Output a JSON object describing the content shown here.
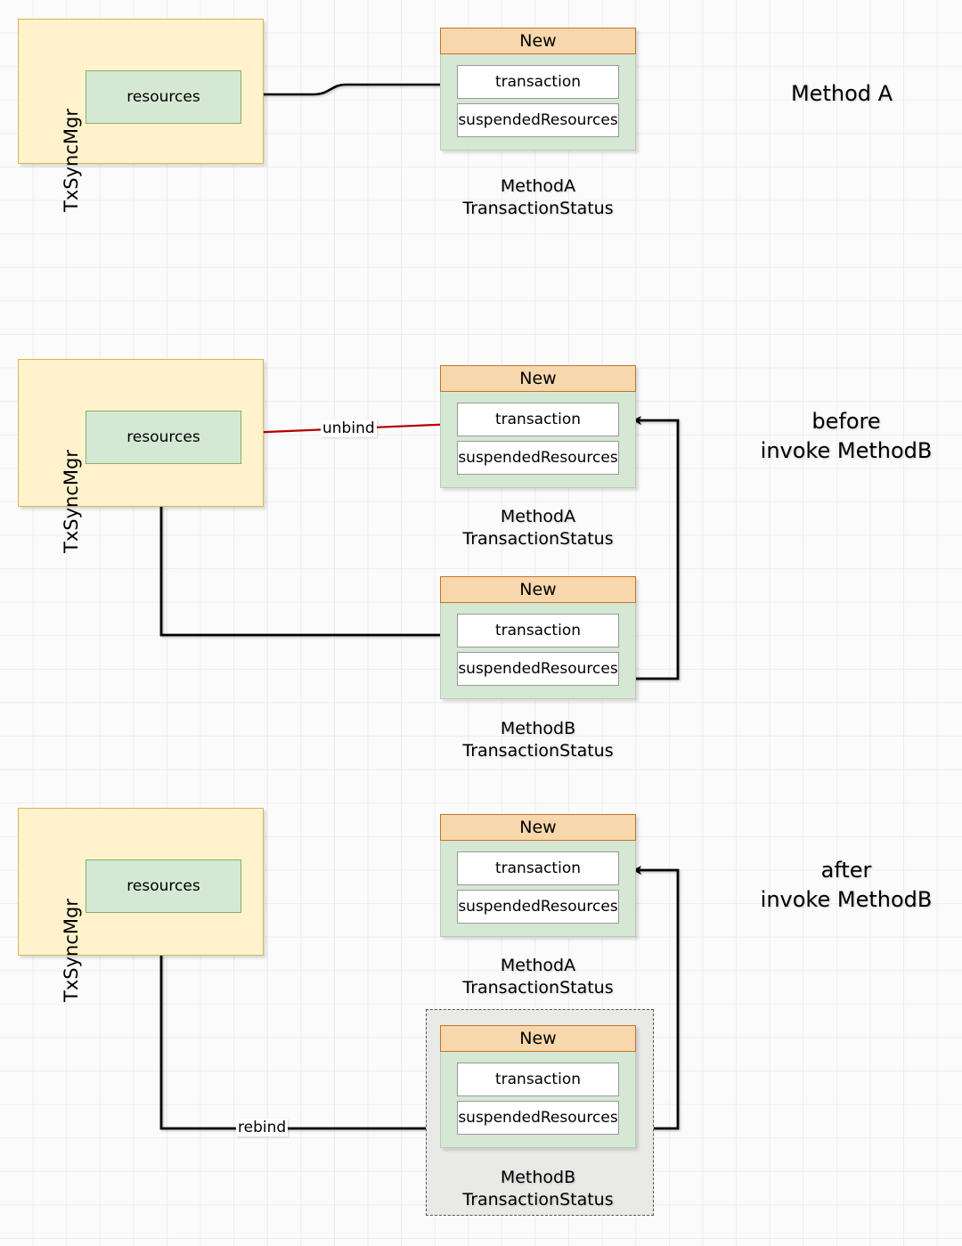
{
  "diagram": {
    "title_hint": "Transaction suspend / resume via TransactionSynchronizationManager",
    "colors": {
      "container_yellow": "#FFF2CC",
      "container_yellow_border": "#D6B656",
      "status_green": "#D5E8D4",
      "status_green_border": "#82B366",
      "header_orange": "#F8D7AC",
      "header_orange_border": "#C0762A",
      "field_white": "#FFFFFF",
      "field_border": "#999999",
      "group_gray": "#E9E9E8",
      "group_border": "#555555",
      "edge_black": "#000000",
      "edge_red": "#B30000",
      "canvas": "#FBFBFB",
      "grid": "#EDEDED"
    },
    "sections": [
      {
        "id": "section-a",
        "note": "Method A",
        "manager": {
          "title": "TxSyncMgr",
          "resources_label": "resources"
        },
        "cards": [
          {
            "id": "methodA-card-1",
            "header": "New",
            "fields": [
              "transaction",
              "suspendedResources"
            ],
            "caption": "MethodA\nTransactionStatus"
          }
        ],
        "edges": [
          {
            "label": "",
            "color": "#000000",
            "from": "methodA.transaction",
            "to": "resources"
          }
        ]
      },
      {
        "id": "section-before",
        "note": "before\ninvoke MethodB",
        "manager": {
          "title": "TxSyncMgr",
          "resources_label": "resources"
        },
        "cards": [
          {
            "id": "methodA-card-2",
            "header": "New",
            "fields": [
              "transaction",
              "suspendedResources"
            ],
            "caption": "MethodA\nTransactionStatus"
          },
          {
            "id": "methodB-card-1",
            "header": "New",
            "fields": [
              "transaction",
              "suspendedResources"
            ],
            "caption": "MethodB\nTransactionStatus"
          }
        ],
        "edges": [
          {
            "label": "unbind",
            "color": "#B30000",
            "from": "methodA.transaction",
            "to": "resources"
          },
          {
            "label": "",
            "color": "#000000",
            "from": "methodB.transaction",
            "to": "resources"
          },
          {
            "label": "",
            "color": "#000000",
            "from": "methodB.suspendedResources",
            "to": "methodA.transaction"
          }
        ]
      },
      {
        "id": "section-after",
        "note": "after\ninvoke MethodB",
        "manager": {
          "title": "TxSyncMgr",
          "resources_label": "resources"
        },
        "cards": [
          {
            "id": "methodA-card-3",
            "header": "New",
            "fields": [
              "transaction",
              "suspendedResources"
            ],
            "caption": "MethodA\nTransactionStatus"
          },
          {
            "id": "methodB-card-2",
            "header": "New",
            "fields": [
              "transaction",
              "suspendedResources"
            ],
            "caption": "MethodB\nTransactionStatus",
            "grouped_dashed": true
          }
        ],
        "edges": [
          {
            "label": "rebind",
            "color": "#000000",
            "from": "methodB.suspendedResources",
            "to": "resources"
          },
          {
            "label": "",
            "color": "#000000",
            "from": "methodB.suspendedResources",
            "to": "methodA.transaction"
          }
        ]
      }
    ]
  }
}
